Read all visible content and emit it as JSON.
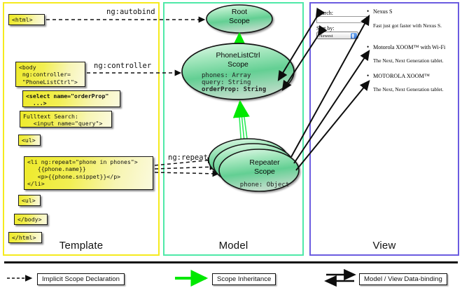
{
  "panels": {
    "template": {
      "label": "Template",
      "border_color": "#f5ea1e"
    },
    "model": {
      "label": "Model",
      "border_color": "#4fe9a8"
    },
    "view": {
      "label": "View",
      "border_color": "#6b5ce0"
    }
  },
  "template_boxes": [
    {
      "id": "html-open",
      "text": "<html>"
    },
    {
      "id": "body-open",
      "text": "<body\n ng:controller=\n \"PhoneListCtrl\">"
    },
    {
      "id": "select",
      "text": "<select name=\"orderProp\"\n  ...>"
    },
    {
      "id": "fulltext",
      "text": "Fulltext Search:\n   <input name=\"query\">"
    },
    {
      "id": "ul-open",
      "text": "<ul>"
    },
    {
      "id": "li-repeat",
      "text": "<li ng:repeat=\"phone in phones\">\n   {{phone.name}}\n   <p>{{phone.snippet}}</p>\n</li>"
    },
    {
      "id": "ul-close",
      "text": "<ul>"
    },
    {
      "id": "body-close",
      "text": "</body>"
    },
    {
      "id": "html-close",
      "text": "</html>"
    }
  ],
  "connector_labels": {
    "autobind": "ng:autobind",
    "controller": "ng:controller",
    "repeat": "ng:repeat"
  },
  "scopes": [
    {
      "id": "root",
      "title_line1": "Root",
      "title_line2": "Scope",
      "props": []
    },
    {
      "id": "ctrl",
      "title_line1": "PhoneListCtrl",
      "title_line2": "Scope",
      "props": [
        {
          "text": "phones: Array",
          "bold": false
        },
        {
          "text": "query: String",
          "bold": false
        },
        {
          "text": "orderProp: String",
          "bold": true
        }
      ]
    },
    {
      "id": "repeater",
      "title_line1": "Repeater",
      "title_line2": "Scope",
      "props": [
        {
          "text": "phone: Object",
          "bold": false
        }
      ]
    }
  ],
  "view": {
    "search_label": "Search:",
    "search_value": "",
    "sort_label": "Sort by:",
    "sort_value": "Newest",
    "phones": [
      {
        "name": "Nexus S",
        "snippet": "Fast just got faster with Nexus S."
      },
      {
        "name": "Motorola XOOM™  with Wi-Fi",
        "snippet": "The Next, Next Generation tablet."
      },
      {
        "name": "MOTOROLA XOOM™",
        "snippet": "The Next, Next Generation tablet."
      }
    ]
  },
  "legend": [
    {
      "id": "implicit",
      "label": "Implicit Scope Declaration",
      "style": "dashed-arrow",
      "color": "#111111"
    },
    {
      "id": "inheritance",
      "label": "Scope Inheritance",
      "style": "green-arrow",
      "color": "#00e800"
    },
    {
      "id": "databinding",
      "label": "Model / View Data-binding",
      "style": "double-arrow",
      "color": "#111111"
    }
  ],
  "colors": {
    "scope_green_light": "#d8f5e0",
    "scope_green_dark": "#58c98a",
    "code_yellow": "#eeea2a",
    "inheritance_green": "#00e800"
  }
}
